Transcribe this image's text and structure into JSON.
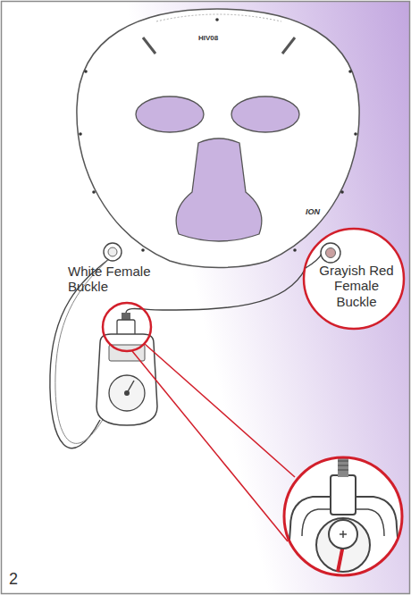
{
  "diagram": {
    "nodes": [
      {
        "text": [
          "Grayish Red Female Buckle"
        ]
      }
    ],
    "labels": [
      "White Female Buckle",
      "HIV08",
      "ION",
      "2"
    ]
  }
}
